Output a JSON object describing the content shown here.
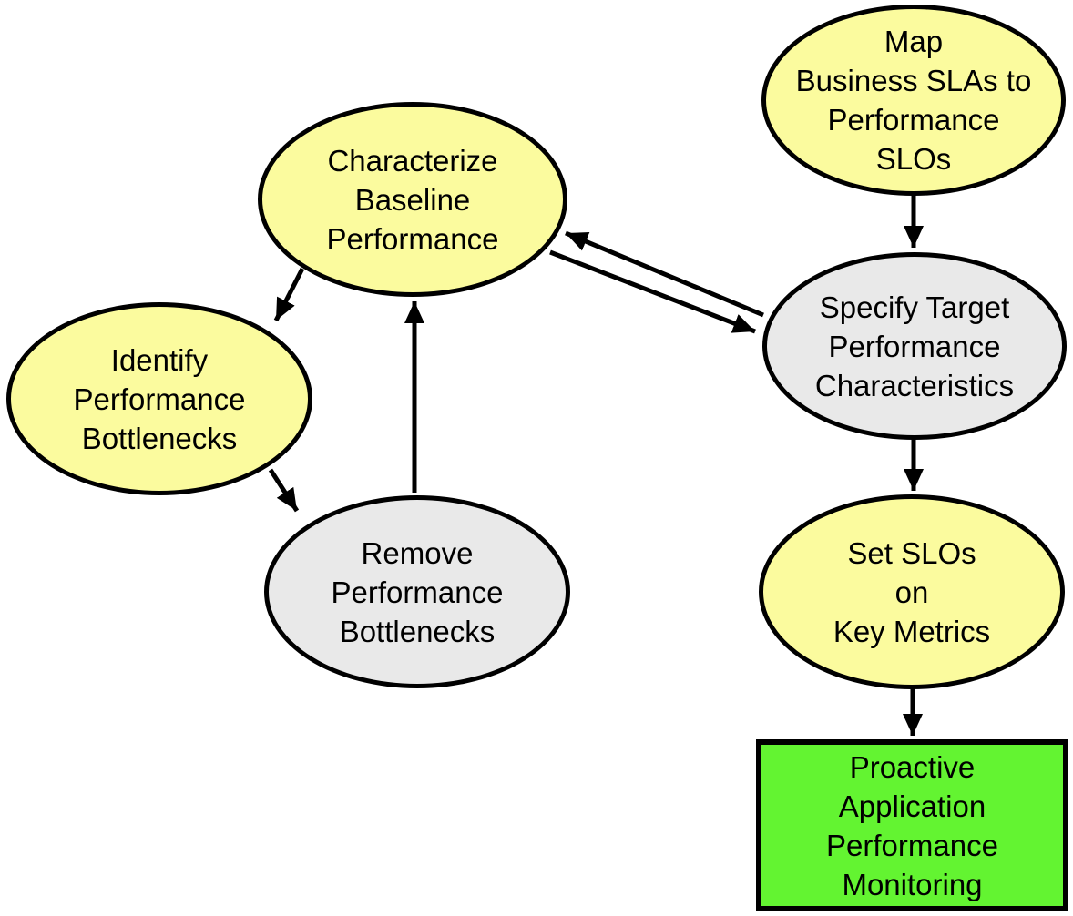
{
  "diagram": {
    "type": "flowchart",
    "background_color": "#FFFFFF",
    "colors": {
      "node_yellow": "#FBFB9E",
      "node_gray": "#E9E9E9",
      "node_green": "#63F431",
      "border": "#000000",
      "arrow": "#000000",
      "text": "#000000"
    },
    "nodes": [
      {
        "id": "map-business-slas",
        "shape": "ellipse",
        "fill": "yellow",
        "label": "Map\nBusiness SLAs to\nPerformance\nSLOs"
      },
      {
        "id": "characterize-baseline",
        "shape": "ellipse",
        "fill": "yellow",
        "label": "Characterize\nBaseline\nPerformance"
      },
      {
        "id": "identify-bottlenecks",
        "shape": "ellipse",
        "fill": "yellow",
        "label": "Identify\nPerformance\nBottlenecks"
      },
      {
        "id": "remove-bottlenecks",
        "shape": "ellipse",
        "fill": "gray",
        "label": "Remove\nPerformance\nBottlenecks"
      },
      {
        "id": "specify-target",
        "shape": "ellipse",
        "fill": "gray",
        "label": "Specify Target\nPerformance\nCharacteristics"
      },
      {
        "id": "set-slos",
        "shape": "ellipse",
        "fill": "yellow",
        "label": "Set SLOs\non\nKey Metrics"
      },
      {
        "id": "proactive-monitoring",
        "shape": "rectangle",
        "fill": "green",
        "label": "Proactive\nApplication\nPerformance\nMonitoring"
      }
    ],
    "edges": [
      {
        "from": "map-business-slas",
        "to": "specify-target"
      },
      {
        "from": "specify-target",
        "to": "characterize-baseline"
      },
      {
        "from": "characterize-baseline",
        "to": "specify-target"
      },
      {
        "from": "characterize-baseline",
        "to": "identify-bottlenecks"
      },
      {
        "from": "identify-bottlenecks",
        "to": "remove-bottlenecks"
      },
      {
        "from": "remove-bottlenecks",
        "to": "characterize-baseline"
      },
      {
        "from": "specify-target",
        "to": "set-slos"
      },
      {
        "from": "set-slos",
        "to": "proactive-monitoring"
      }
    ]
  }
}
